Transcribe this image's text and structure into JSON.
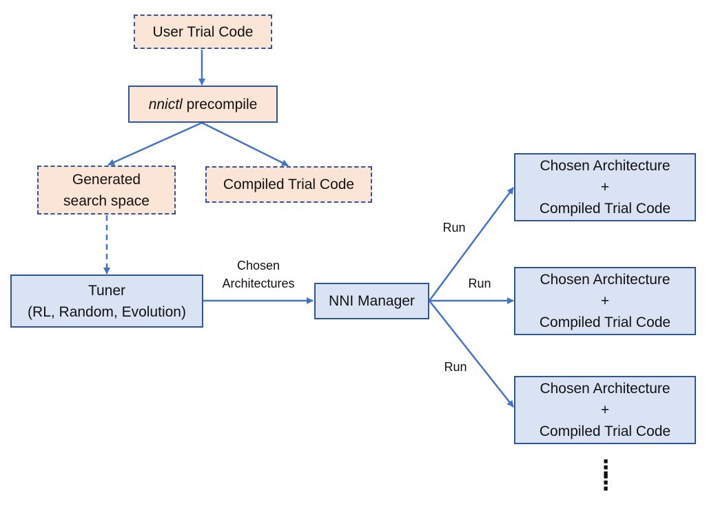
{
  "nodes": {
    "user_trial_code": "User Trial Code",
    "precompile_cmd": "nnictl",
    "precompile_rest": " precompile",
    "generated_line1": "Generated",
    "generated_line2": "search space",
    "compiled_trial_code": "Compiled Trial Code",
    "tuner_line1": "Tuner",
    "tuner_line2": "(RL, Random, Evolution)",
    "nni_manager": "NNI Manager",
    "trials": [
      {
        "line1": "Chosen Architecture",
        "line2": "+",
        "line3": "Compiled Trial Code"
      },
      {
        "line1": "Chosen Architecture",
        "line2": "+",
        "line3": "Compiled Trial Code"
      },
      {
        "line1": "Chosen Architecture",
        "line2": "+",
        "line3": "Compiled Trial Code"
      }
    ]
  },
  "edge_labels": {
    "chosen_line1": "Chosen",
    "chosen_line2": "Architectures",
    "run_top": "Run",
    "run_mid": "Run",
    "run_bottom": "Run"
  },
  "colors": {
    "line": "#4472c4",
    "border": "#2f5597",
    "orange_fill": "#fbe5d6",
    "blue_fill": "#dae3f3"
  }
}
